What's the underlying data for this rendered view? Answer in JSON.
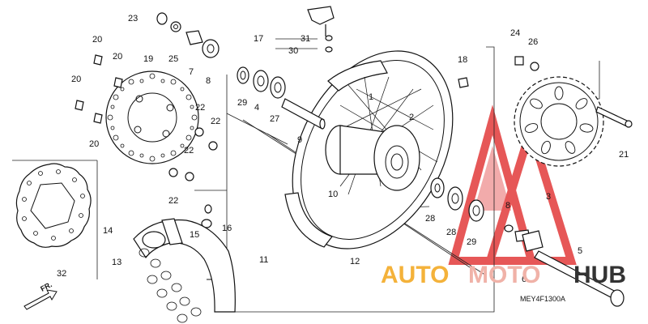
{
  "diagram_code": "MEY4F1300A",
  "direction_marker": "FR.",
  "watermark": {
    "part1": "AUTO",
    "part2": "MOTO",
    "part3": "HUB",
    "color1": "#f4b23a",
    "color2": "#f0b2a8",
    "color3": "#333333",
    "triangle_color": "#e23a3a"
  },
  "callouts": [
    {
      "id": "c1",
      "text": "1"
    },
    {
      "id": "c2",
      "text": "2"
    },
    {
      "id": "c3",
      "text": "3"
    },
    {
      "id": "c4",
      "text": "4"
    },
    {
      "id": "c5",
      "text": "5"
    },
    {
      "id": "c6",
      "text": "6"
    },
    {
      "id": "c7",
      "text": "7"
    },
    {
      "id": "c8a",
      "text": "8"
    },
    {
      "id": "c8b",
      "text": "8"
    },
    {
      "id": "c9",
      "text": "9"
    },
    {
      "id": "c10",
      "text": "10"
    },
    {
      "id": "c11",
      "text": "11"
    },
    {
      "id": "c12",
      "text": "12"
    },
    {
      "id": "c13",
      "text": "13"
    },
    {
      "id": "c14",
      "text": "14"
    },
    {
      "id": "c15",
      "text": "15"
    },
    {
      "id": "c16",
      "text": "16"
    },
    {
      "id": "c17",
      "text": "17"
    },
    {
      "id": "c18",
      "text": "18"
    },
    {
      "id": "c19",
      "text": "19"
    },
    {
      "id": "c20a",
      "text": "20"
    },
    {
      "id": "c20b",
      "text": "20"
    },
    {
      "id": "c20c",
      "text": "20"
    },
    {
      "id": "c20d",
      "text": "20"
    },
    {
      "id": "c21",
      "text": "21"
    },
    {
      "id": "c22a",
      "text": "22"
    },
    {
      "id": "c22b",
      "text": "22"
    },
    {
      "id": "c22c",
      "text": "22"
    },
    {
      "id": "c22d",
      "text": "22"
    },
    {
      "id": "c23",
      "text": "23"
    },
    {
      "id": "c24",
      "text": "24"
    },
    {
      "id": "c25",
      "text": "25"
    },
    {
      "id": "c26",
      "text": "26"
    },
    {
      "id": "c27",
      "text": "27"
    },
    {
      "id": "c28a",
      "text": "28"
    },
    {
      "id": "c28b",
      "text": "28"
    },
    {
      "id": "c29a",
      "text": "29"
    },
    {
      "id": "c29b",
      "text": "29"
    },
    {
      "id": "c30",
      "text": "30"
    },
    {
      "id": "c31",
      "text": "31"
    },
    {
      "id": "c32",
      "text": "32"
    }
  ]
}
